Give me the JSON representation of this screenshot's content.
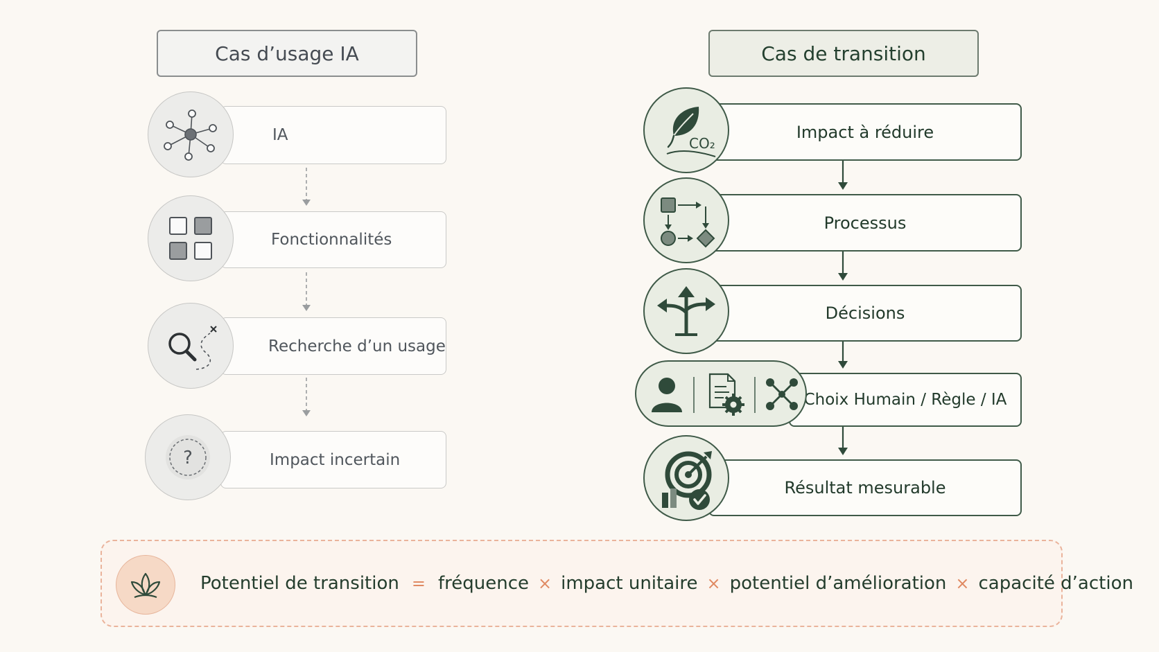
{
  "left_column": {
    "header": "Cas d’usage IA",
    "steps": [
      {
        "label": "IA",
        "icon": "network-icon"
      },
      {
        "label": "Fonctionnalités",
        "icon": "grid-icon"
      },
      {
        "label": "Recherche d’un usage",
        "icon": "search-path-icon"
      },
      {
        "label": "Impact incertain",
        "icon": "question-icon"
      }
    ]
  },
  "right_column": {
    "header": "Cas de transition",
    "steps": [
      {
        "label": "Impact à réduire",
        "icon": "leaf-co2-icon",
        "icon_text": "CO₂"
      },
      {
        "label": "Processus",
        "icon": "process-flow-icon"
      },
      {
        "label": "Décisions",
        "icon": "signpost-icon"
      },
      {
        "label": "Choix Humain / Règle / IA",
        "icons": [
          "person-icon",
          "document-gear-icon",
          "ai-network-icon"
        ]
      },
      {
        "label": "Résultat mesurable",
        "icon": "target-check-icon"
      }
    ]
  },
  "formula": {
    "icon": "sprout-icon",
    "lhs": "Potentiel de transition",
    "equals": "=",
    "terms": [
      "fréquence",
      "impact unitaire",
      "potentiel d’amélioration",
      "capacité d’action"
    ],
    "operator": "×"
  },
  "colors": {
    "background": "#fbf8f3",
    "dark_green": "#2f4a3a",
    "accent_orange": "#e08a63"
  }
}
